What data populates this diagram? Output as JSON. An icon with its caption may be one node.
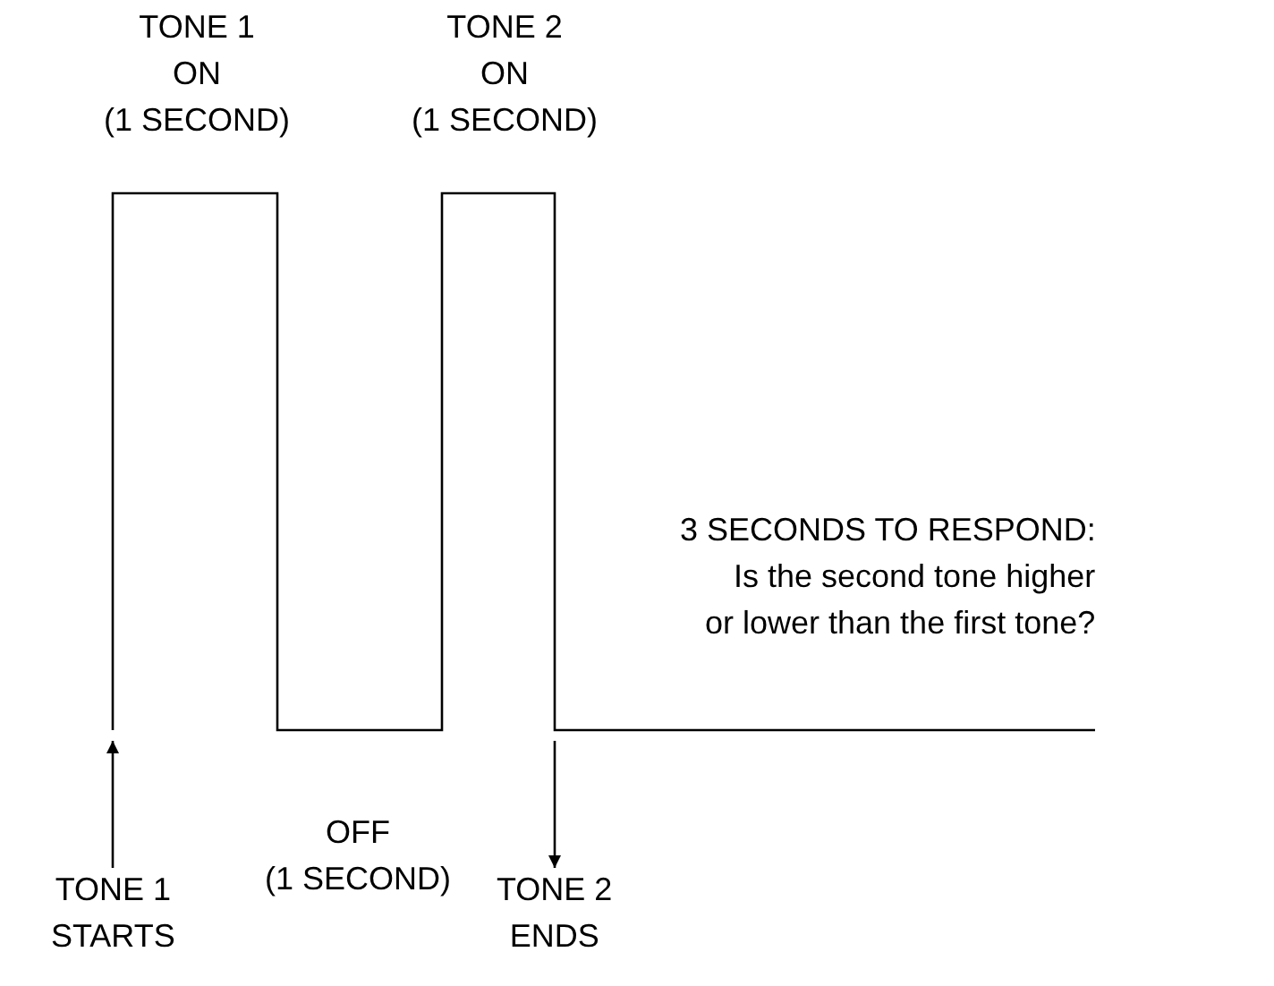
{
  "diagram": {
    "nodes": [
      {
        "text": [],
        "shape": "line"
      },
      {
        "text": [
          "TONE 1 STARTS"
        ]
      },
      {
        "text": [
          "TONE 2 ENDS"
        ]
      }
    ],
    "edges": [
      {
        "from": 1,
        "to": 0,
        "arrow": "to"
      },
      {
        "from": 0,
        "to": 2,
        "arrow": "to"
      }
    ],
    "labels": [
      "TONE 1 ON (1 SECOND)",
      "TONE 2 ON (1 SECOND)",
      "3 SECONDS TO RESPOND:",
      "Is the second tone higher or lower than the first tone?",
      "OFF (1 SECOND)"
    ]
  }
}
